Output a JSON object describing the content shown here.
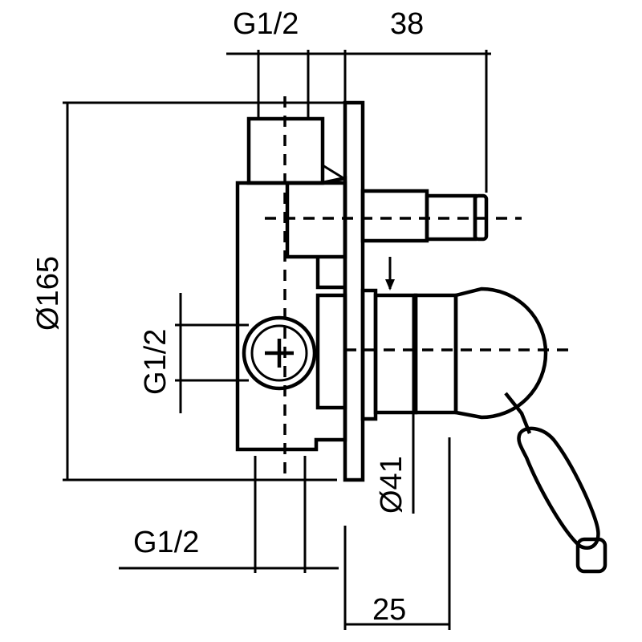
{
  "labels": {
    "top_thread": "G1/2",
    "top_depth": "38",
    "diameter_outer": "Ø165",
    "left_thread": "G1/2",
    "diameter_handle": "Ø41",
    "bottom_thread": "G1/2",
    "bottom_depth": "25"
  }
}
